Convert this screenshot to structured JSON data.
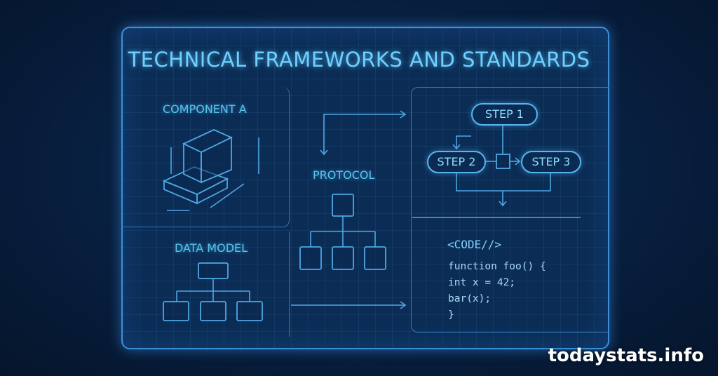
{
  "title": "TECHNICAL FRAMEWORKS AND STANDARDS",
  "labels": {
    "component_a": "COMPONENT A",
    "data_model": "DATA MODEL",
    "protocol": "PROTOCOL"
  },
  "flow": {
    "step1": "STEP 1",
    "step2": "STEP 2",
    "step3": "STEP 3"
  },
  "code": {
    "header": "<CODE//>",
    "lines": [
      "function foo() {",
      "int x = 42;",
      "bar(x);",
      "}"
    ]
  },
  "watermark": "todaystats.info",
  "colors": {
    "background": "#081f3f",
    "line": "#4ea7e3",
    "text": "#56c6ef"
  }
}
